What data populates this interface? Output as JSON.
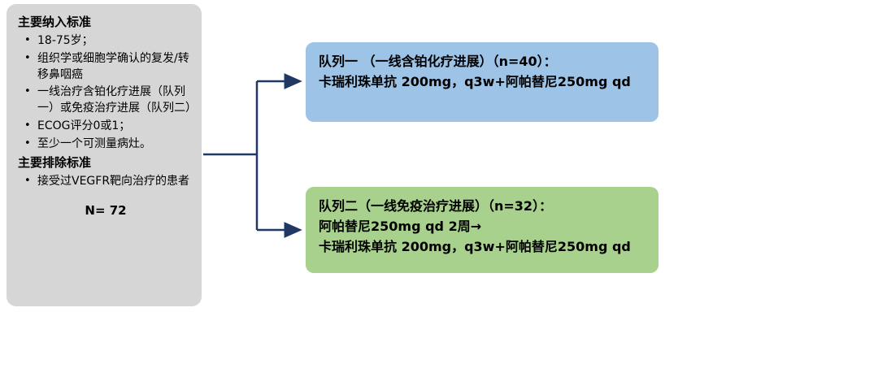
{
  "diagram": {
    "inclusion": {
      "heading": "主要纳入标准",
      "items": [
        "18-75岁；",
        "组织学或细胞学确认的复发/转移鼻咽癌",
        "一线治疗含铂化疗进展（队列一）或免疫治疗进展（队列二）",
        "ECOG评分0或1；",
        "至少一个可测量病灶。"
      ]
    },
    "exclusion": {
      "heading": "主要排除标准",
      "items": [
        "接受过VEGFR靶向治疗的患者"
      ]
    },
    "total": "N= 72",
    "cohort1": {
      "title": "队列一 （一线含铂化疗进展）（n=40）：",
      "regimen": "卡瑞利珠单抗 200mg，q3w+阿帕替尼250mg qd",
      "color": "#9DC3E6"
    },
    "cohort2": {
      "title": "队列二（一线免疫治疗进展）（n=32）：",
      "lead_in": "阿帕替尼250mg qd 2周→",
      "regimen": "卡瑞利珠单抗 200mg，q3w+阿帕替尼250mg qd",
      "color": "#A9D18E"
    },
    "connector_color": "#1F3864"
  }
}
